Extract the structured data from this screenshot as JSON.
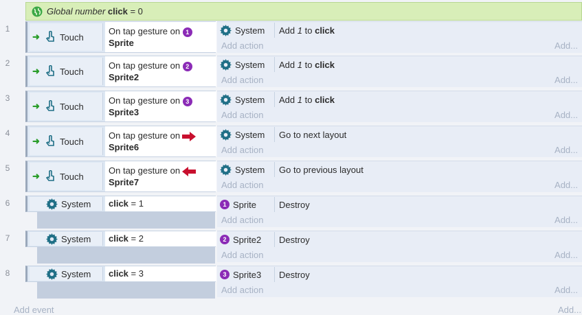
{
  "global_var": {
    "prefix": "Global number",
    "name": "click",
    "suffix": "= 0"
  },
  "add_action_label": "Add action",
  "add_more_label": "Add...",
  "add_event_label": "Add event",
  "add_event_more": "Add...",
  "events": [
    {
      "num": "1",
      "cond_obj": "Touch",
      "cond_pre": "On tap gesture on",
      "cond_target": "Sprite",
      "badge": "1",
      "act_obj": "System",
      "act_pre": "Add",
      "act_num": "1",
      "act_mid": "to",
      "act_var": "click"
    },
    {
      "num": "2",
      "cond_obj": "Touch",
      "cond_pre": "On tap gesture on",
      "cond_target": "Sprite2",
      "badge": "2",
      "act_obj": "System",
      "act_pre": "Add",
      "act_num": "1",
      "act_mid": "to",
      "act_var": "click"
    },
    {
      "num": "3",
      "cond_obj": "Touch",
      "cond_pre": "On tap gesture on",
      "cond_target": "Sprite3",
      "badge": "3",
      "act_obj": "System",
      "act_pre": "Add",
      "act_num": "1",
      "act_mid": "to",
      "act_var": "click"
    },
    {
      "num": "4",
      "cond_obj": "Touch",
      "cond_pre": "On tap gesture on",
      "cond_target": "Sprite6",
      "act_obj": "System",
      "act_text": "Go to next layout"
    },
    {
      "num": "5",
      "cond_obj": "Touch",
      "cond_pre": "On tap gesture on",
      "cond_target": "Sprite7",
      "act_obj": "System",
      "act_text": "Go to previous layout"
    },
    {
      "num": "6",
      "cond_obj": "System",
      "cond_var": "click",
      "cond_rest": "= 1",
      "act_obj": "Sprite",
      "act_badge": "1",
      "act_text": "Destroy"
    },
    {
      "num": "7",
      "cond_obj": "System",
      "cond_var": "click",
      "cond_rest": "= 2",
      "act_obj": "Sprite2",
      "act_badge": "2",
      "act_text": "Destroy"
    },
    {
      "num": "8",
      "cond_obj": "System",
      "cond_var": "click",
      "cond_rest": "= 3",
      "act_obj": "Sprite3",
      "act_badge": "3",
      "act_text": "Destroy"
    }
  ],
  "colors": {
    "badge": "#8b2bb6",
    "arrow_red": "#c8102e",
    "gear": "#1f6f86",
    "trigger": "#2a9d2a",
    "global_bg": "#d8eeb8"
  }
}
